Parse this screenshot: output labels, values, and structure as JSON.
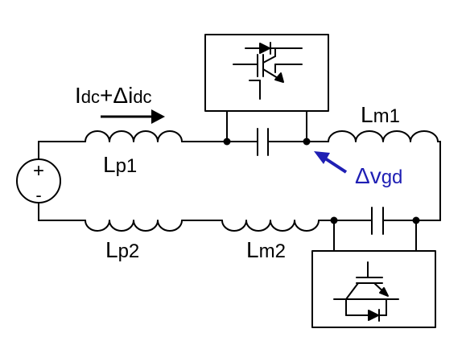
{
  "colors": {
    "wire": "#000000",
    "annotation": "#1f1fb4",
    "background": "#ffffff"
  },
  "labels": {
    "current_main": "I",
    "current_main_sub": "dc",
    "current_plus": "+Δi",
    "current_plus_sub": "dc",
    "lp1_main": "L",
    "lp1_sub": "p1",
    "lp2_main": "L",
    "lp2_sub": "p2",
    "lm1_main": "L",
    "lm1_sub": "m1",
    "lm2_main": "L",
    "lm2_sub": "m2",
    "dv_main": "Δv",
    "dv_sub": "gd",
    "source_plus": "+",
    "source_minus": "-"
  },
  "components": {
    "source": "dc-voltage-source",
    "upper_switch": "igbt-with-antiparallel-diode",
    "lower_switch": "igbt-with-antiparallel-diode",
    "capacitors": 2,
    "inductors": [
      "Lp1",
      "Lp2",
      "Lm1",
      "Lm2"
    ]
  }
}
